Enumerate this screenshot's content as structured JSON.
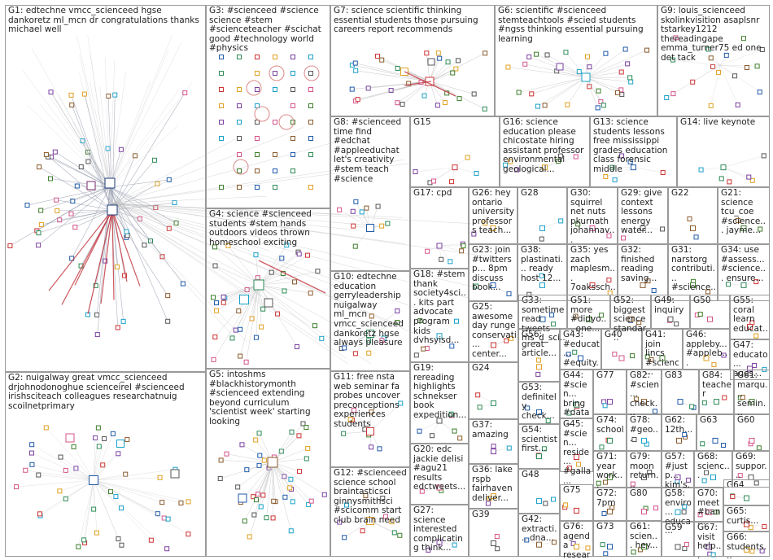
{
  "groups": [
    {
      "id": "G1",
      "label": "G1: edtechne vmcc_scienceed hgse dankoretz ml_mcn dr congratulations thanks michael well"
    },
    {
      "id": "G2",
      "label": "G2: nuigalway great vmcc_scienceed drjohnodonoghue scienceirel #scienceed irishsciteach colleagues researchatnuig scoilnetprimary"
    },
    {
      "id": "G3",
      "label": "G3: #scienceed #science science #stem #scienceteacher #scichat good #technology world #physics"
    },
    {
      "id": "G4",
      "label": "G4: science #scienceed students #stem hands outdoors videos thrown homeschool exciting"
    },
    {
      "id": "G5",
      "label": "G5: intoshms #blackhistorymonth #scienceed extending beyond curriculum 'scientist week' starting looking"
    },
    {
      "id": "G6",
      "label": "G6: scientific #scienceed stemteachtools #scied students #ngss thinking essential pursuing learning"
    },
    {
      "id": "G7",
      "label": "G7: science scientific thinking essential students those pursuing careers report recommends"
    },
    {
      "id": "G8",
      "label": "G8: #scienceed time find #edchat #appleeduchat let's creativity #stem teach #science"
    },
    {
      "id": "G9",
      "label": "G9: louis_scienceed skolinkvisition asaplsnr tstarkey1212 thereadingape emma_turner75 ed one det tack"
    },
    {
      "id": "G10",
      "label": "G10: edtechne education gerryleadership nuigalway ml_mcn vmcc_scienceed dankoretz hgse always pleasure"
    },
    {
      "id": "G11",
      "label": "G11: free nsta web seminar fa probes uncover preconceptions experiences students"
    },
    {
      "id": "G12",
      "label": "G12: #scienceed science school braintasticsci ginnysmithsci #scicomm start club brain need"
    },
    {
      "id": "G13",
      "label": "G13: science students lessons free mississippi grades education class forensic middle"
    },
    {
      "id": "G14",
      "label": "G14: live keynote"
    },
    {
      "id": "G15",
      "label": "G15"
    },
    {
      "id": "G16",
      "label": "G16: science education please chicostate hiring assistant professor environmental geological..."
    },
    {
      "id": "G17",
      "label": "G17: cpd"
    },
    {
      "id": "G18",
      "label": "G18: #stem thank society4sci... kits part advocate program kids dvhsyisd..."
    },
    {
      "id": "G19",
      "label": "G19: rereading highlights schnekser book expedition..."
    },
    {
      "id": "G20",
      "label": "G20: edc jackie delisi #agu21 results edctweets..."
    },
    {
      "id": "G21",
      "label": "G21: science tcu_coe #science... jayme..."
    },
    {
      "id": "G22",
      "label": "G22"
    },
    {
      "id": "G23",
      "label": "G23: join #twittersp... 8pm discuss book..."
    },
    {
      "id": "G24",
      "label": "G24"
    },
    {
      "id": "G25",
      "label": "G25: awesome day runge conservati... center..."
    },
    {
      "id": "G26",
      "label": "G26: hey ontario university professors teach..."
    },
    {
      "id": "G27",
      "label": "G27: science interested complicating think..."
    },
    {
      "id": "G28",
      "label": "G28"
    },
    {
      "id": "G29",
      "label": "G29: give context lessons energy water..."
    },
    {
      "id": "G30",
      "label": "G30: squirrel net nuts pkurnath johannav..."
    },
    {
      "id": "G31",
      "label": "G31: narstorg contributi... #science..."
    },
    {
      "id": "G32",
      "label": "G32: finished reading saving..."
    },
    {
      "id": "G33",
      "label": "G33: sometime read tweets ms_d_sci..."
    },
    {
      "id": "G34",
      "label": "G34: use #assess... #science... ensure..."
    },
    {
      "id": "G35",
      "label": "G35: yes zach maplesm... 7oakssch..."
    },
    {
      "id": "G36",
      "label": "G36: lake rspb fairhaven deliver..."
    },
    {
      "id": "G37",
      "label": "G37: amazing"
    },
    {
      "id": "G38",
      "label": "G38: plastinati... ready host 12..."
    },
    {
      "id": "G39",
      "label": "G39"
    },
    {
      "id": "G40",
      "label": "G40"
    },
    {
      "id": "G41",
      "label": "G41: join lincs #scienc..."
    },
    {
      "id": "G42",
      "label": "G42: extracti... dna..."
    },
    {
      "id": "G43",
      "label": "G43: #educat... #equity..."
    },
    {
      "id": "G44",
      "label": "G44: #scien... bring #data..."
    },
    {
      "id": "G45",
      "label": "G45: #scien... reside... #galla..."
    },
    {
      "id": "G46",
      "label": "G46: appleby... #appleb..."
    },
    {
      "id": "G47",
      "label": "G47: educato... ages..."
    },
    {
      "id": "G48",
      "label": "G48"
    },
    {
      "id": "G49",
      "label": "G49: inquiry"
    },
    {
      "id": "G50",
      "label": "G50"
    },
    {
      "id": "G51",
      "label": "G51: more #didyo... one..."
    },
    {
      "id": "G52",
      "label": "G52: biggest science standar..."
    },
    {
      "id": "G53",
      "label": "G53: definitely check..."
    },
    {
      "id": "G54",
      "label": "G54: scientist first..."
    },
    {
      "id": "G55",
      "label": "G55: coral learn educat..."
    },
    {
      "id": "G56",
      "label": "G56: great article..."
    },
    {
      "id": "G57",
      "label": "G57: #justp... kim's..."
    },
    {
      "id": "G58",
      "label": "G58: enviro... educa..."
    },
    {
      "id": "G59",
      "label": "G59"
    },
    {
      "id": "G60",
      "label": "G60"
    },
    {
      "id": "G61",
      "label": "G61: scien... hey..."
    },
    {
      "id": "G62",
      "label": "G62: 12th..."
    },
    {
      "id": "G63",
      "label": "G63"
    },
    {
      "id": "G64",
      "label": "G64"
    },
    {
      "id": "G65",
      "label": "G65: curtis..."
    },
    {
      "id": "G66",
      "label": "G66: students..."
    },
    {
      "id": "G67",
      "label": "G67: visit help..."
    },
    {
      "id": "G68",
      "label": "G68: scienc..."
    },
    {
      "id": "G69",
      "label": "G69: suppor..."
    },
    {
      "id": "G70",
      "label": "G70: meet #ban..."
    },
    {
      "id": "G71",
      "label": "G71: year work..."
    },
    {
      "id": "G72",
      "label": "G72: 7pm"
    },
    {
      "id": "G73",
      "label": "G73"
    },
    {
      "id": "G74",
      "label": "G74: school"
    },
    {
      "id": "G75",
      "label": "G75"
    },
    {
      "id": "G76",
      "label": "G76: agenda resear..."
    },
    {
      "id": "G77",
      "label": "G77"
    },
    {
      "id": "G78",
      "label": "G78: #geo..."
    },
    {
      "id": "G79",
      "label": "G79: moon return..."
    },
    {
      "id": "G80",
      "label": "G80"
    },
    {
      "id": "G81",
      "label": "G81: marqu... semin..."
    },
    {
      "id": "G82",
      "label": "G82: #scien... check..."
    },
    {
      "id": "G83",
      "label": "G83"
    },
    {
      "id": "G84",
      "label": "G84: teacher"
    }
  ],
  "colors": {
    "border": "#9a9a9a",
    "edge": "#b8b8b8",
    "edge_strong": "#c0303a",
    "palette": [
      "#1f5aa8",
      "#2e8b57",
      "#c33",
      "#e0a020",
      "#7b3fa0",
      "#1aa0c8",
      "#555555",
      "#d4548a",
      "#3c7d2a",
      "#8a5a2b"
    ]
  }
}
